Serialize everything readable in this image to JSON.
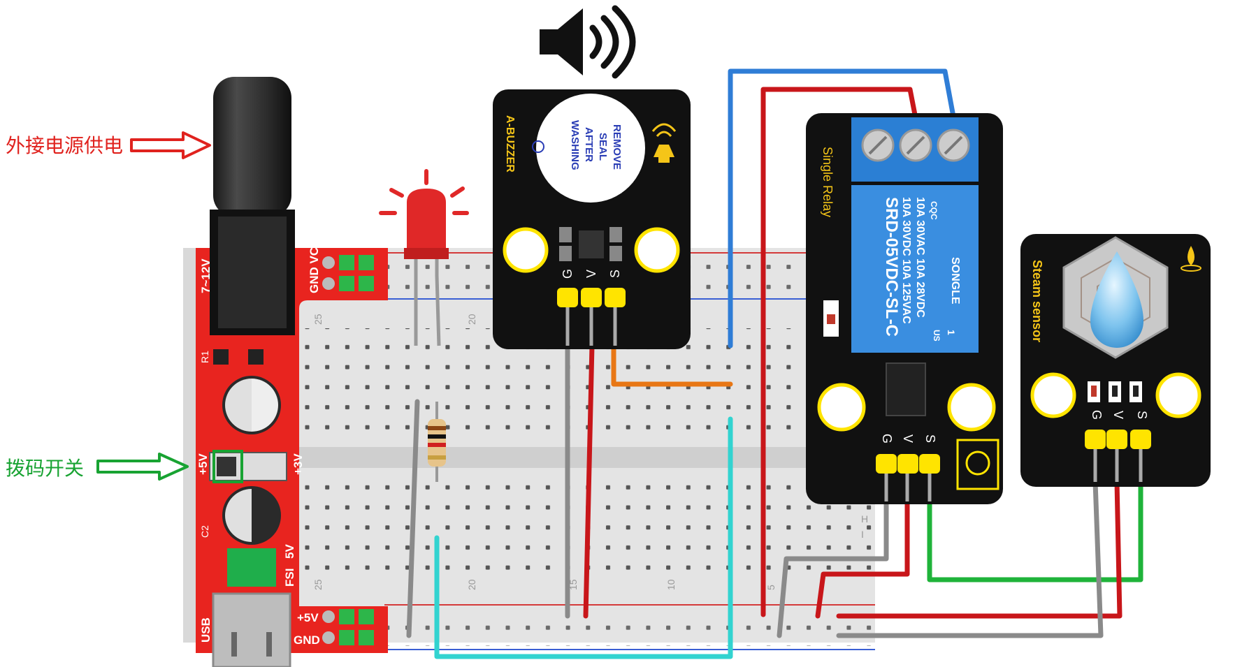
{
  "annotations": {
    "power_input": "外接电源供电",
    "dip_switch": "拨码开关"
  },
  "power_module": {
    "voltage_range": "7~12V",
    "gnd_vc": "GND VC",
    "r1": "R1",
    "c2": "C2",
    "sw_5v": "+5V",
    "sw_3v": "+3V",
    "v5": "5V",
    "fsi": "FSI",
    "usb": "USB",
    "out_5v": "+5V",
    "out_gnd": "GND"
  },
  "breadboard": {
    "col_25_top": "25",
    "col_20_top": "20",
    "col_25_bot": "25",
    "col_20_bot": "20",
    "col_15_bot": "15",
    "col_10_bot": "10",
    "col_5_bot": "5",
    "row_h": "H",
    "row_i": "I"
  },
  "buzzer": {
    "title": "A-BUZZER",
    "seal_line1": "REMOVE",
    "seal_line2": "SEAL",
    "seal_line3": "AFTER",
    "seal_line4": "WASHING",
    "pin_g": "G",
    "pin_v": "V",
    "pin_s": "S"
  },
  "relay": {
    "title": "Single Relay",
    "spec1": "10A 30VAC  10A 28VDC",
    "spec2": "10A 30VDC 10A 125VAC",
    "model": "SRD-05VDC-SL-C",
    "brand": "SONGLE",
    "cqc": "CQC",
    "us": "US",
    "one": "1",
    "pin_g": "G",
    "pin_v": "V",
    "pin_s": "S"
  },
  "steam": {
    "title": "Steam sensor",
    "pin_g": "G",
    "pin_v": "V",
    "pin_s": "S"
  },
  "colors": {
    "red_board": "#e8241f",
    "black_board": "#111111",
    "wire_red": "#c8161a",
    "wire_blue": "#2f7dd6",
    "wire_gray": "#8a8a8a",
    "wire_green": "#1fb33a",
    "wire_orange": "#e87715",
    "wire_cyan": "#32d3d0",
    "pin_yellow": "#ffe400",
    "relay_blue": "#3a8ee0",
    "label_red": "#e0221e",
    "label_green": "#18a332"
  }
}
